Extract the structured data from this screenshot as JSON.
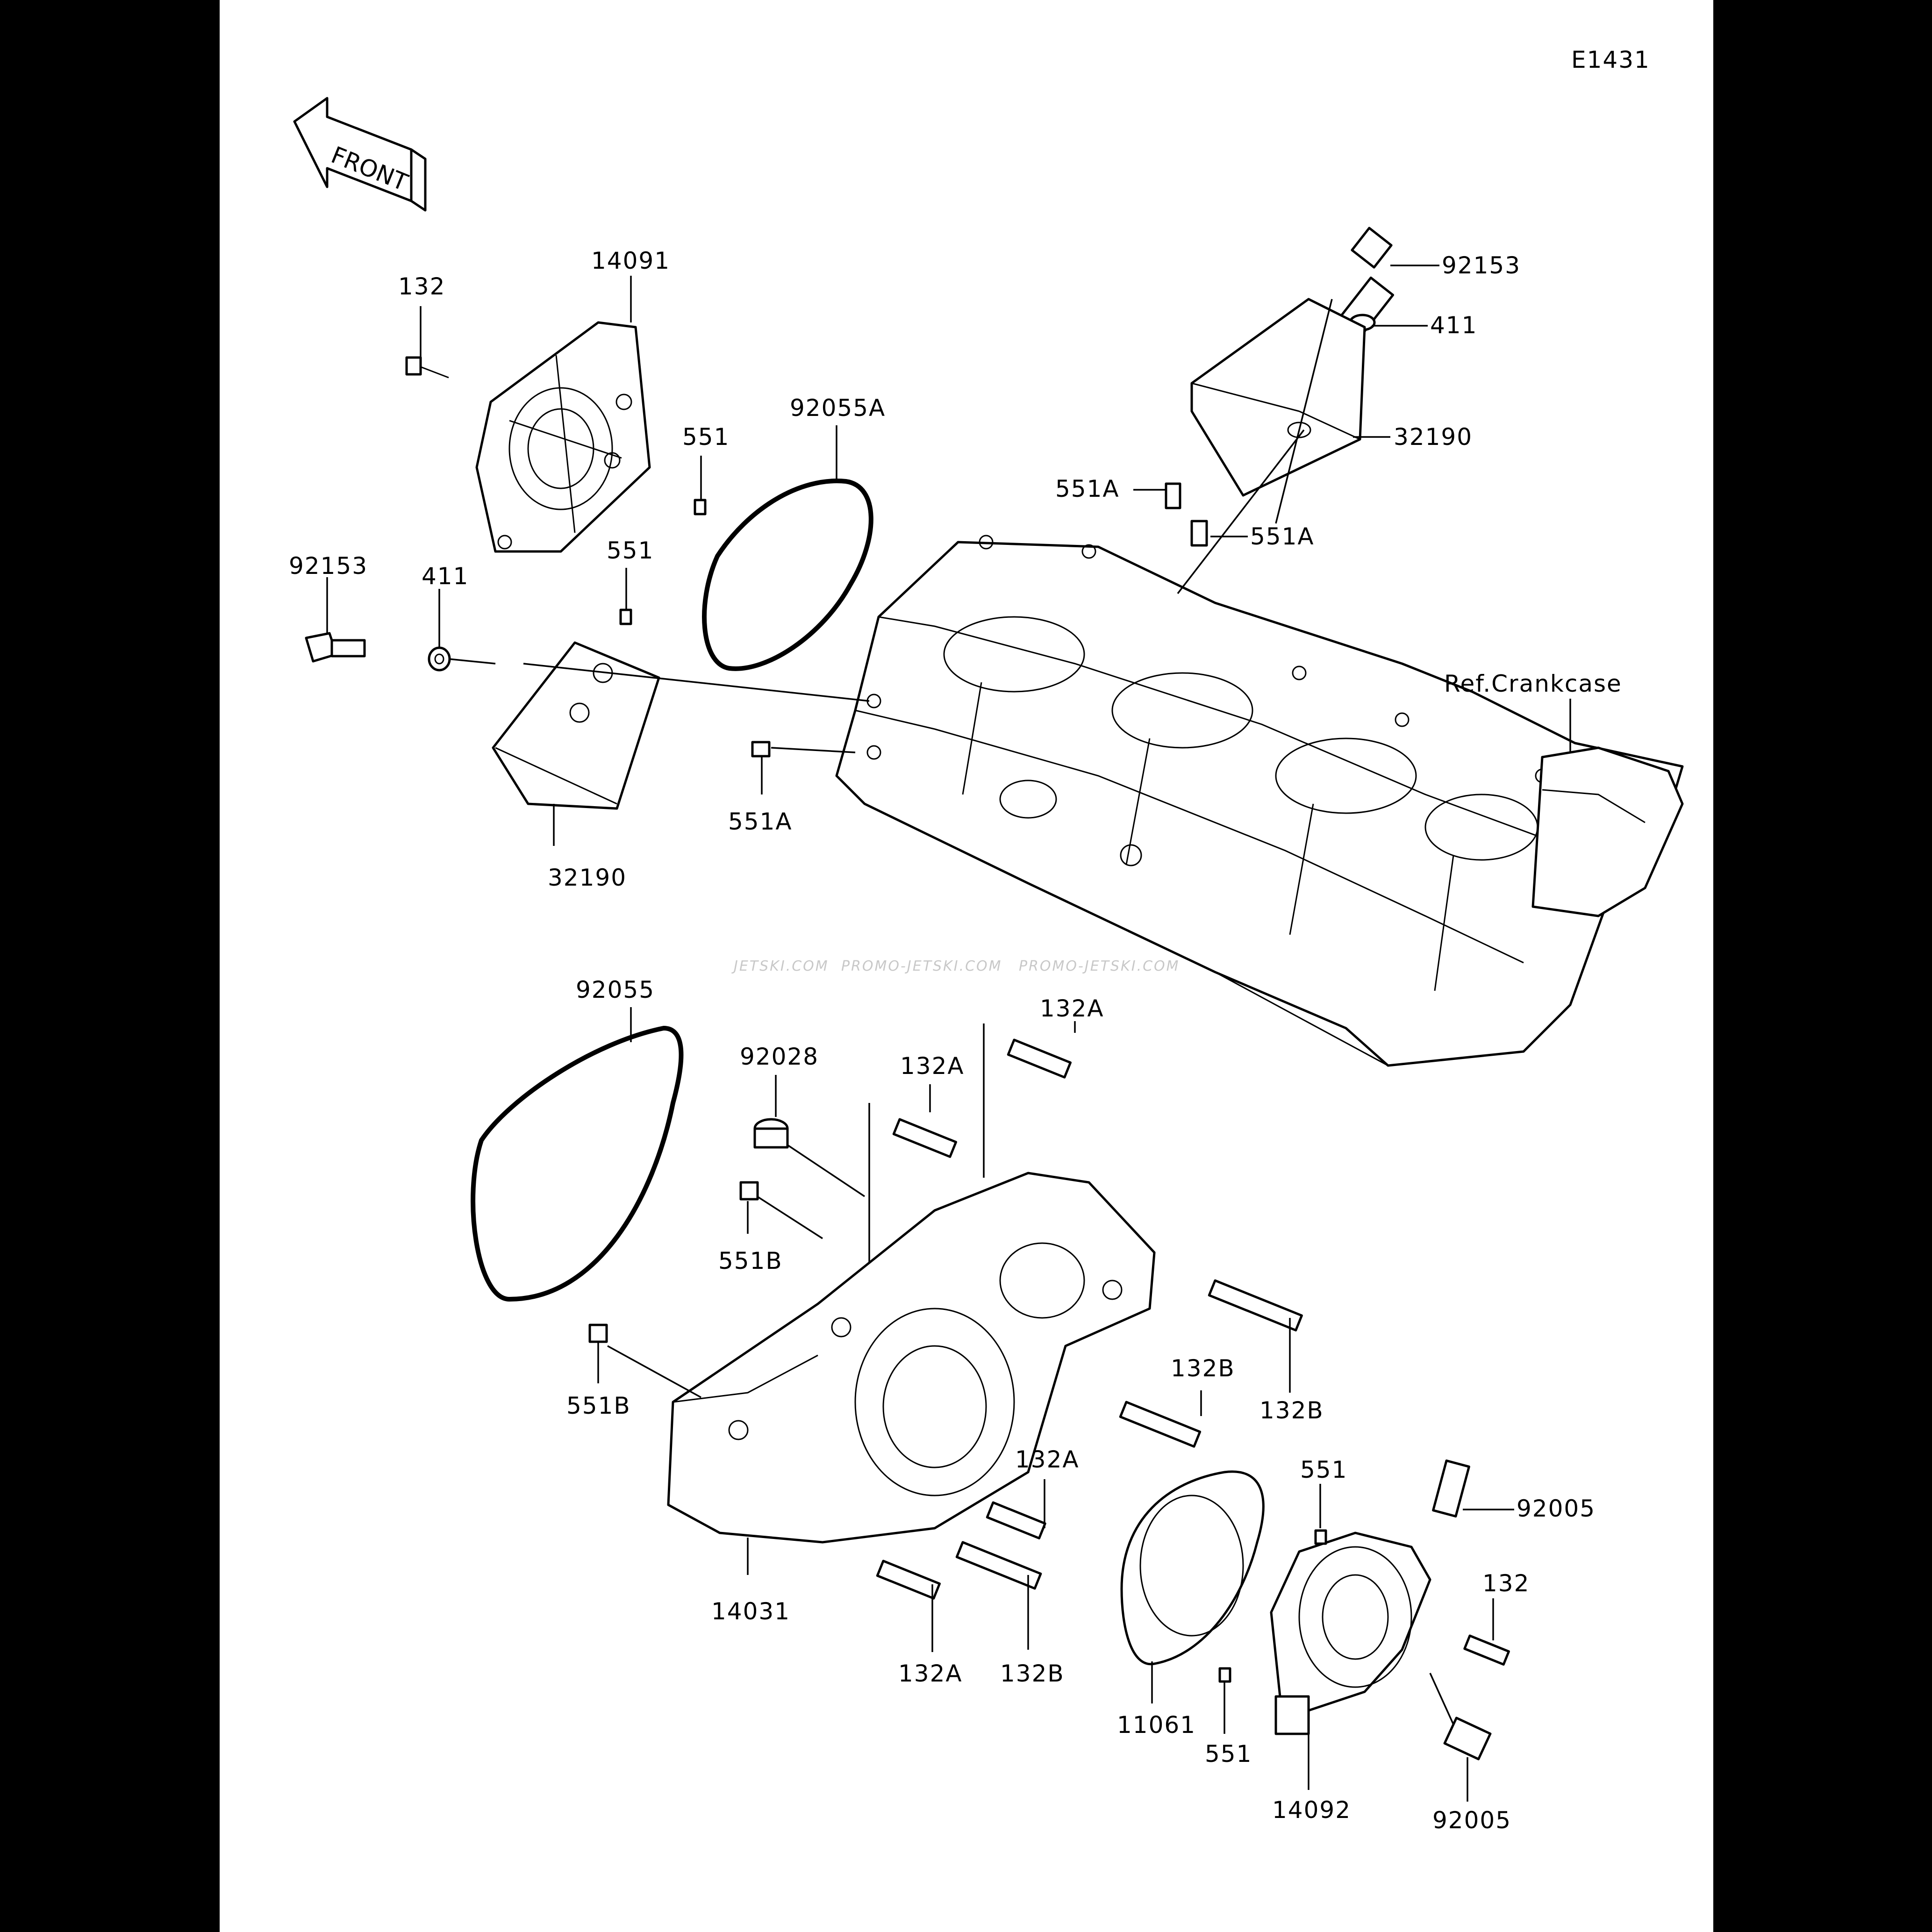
{
  "diagram": {
    "code": "E1431",
    "front_label": "FRONT",
    "ref_label": "Ref.Crankcase",
    "watermark": [
      "JETSKI.COM",
      "PROMO-JETSKI.COM",
      "PROMO-JETSKI.COM"
    ],
    "callouts": [
      {
        "id": "c-92153-top",
        "text": "92153"
      },
      {
        "id": "c-411-top",
        "text": "411"
      },
      {
        "id": "c-32190-top",
        "text": "32190"
      },
      {
        "id": "c-551A-1",
        "text": "551A"
      },
      {
        "id": "c-551A-2",
        "text": "551A"
      },
      {
        "id": "c-14091",
        "text": "14091"
      },
      {
        "id": "c-132-top",
        "text": "132"
      },
      {
        "id": "c-92055A",
        "text": "92055A"
      },
      {
        "id": "c-551-1",
        "text": "551"
      },
      {
        "id": "c-551-2",
        "text": "551"
      },
      {
        "id": "c-92153-left",
        "text": "92153"
      },
      {
        "id": "c-411-left",
        "text": "411"
      },
      {
        "id": "c-32190-left",
        "text": "32190"
      },
      {
        "id": "c-551A-3",
        "text": "551A"
      },
      {
        "id": "c-92055",
        "text": "92055"
      },
      {
        "id": "c-92028",
        "text": "92028"
      },
      {
        "id": "c-132A-1",
        "text": "132A"
      },
      {
        "id": "c-132A-2",
        "text": "132A"
      },
      {
        "id": "c-551B-1",
        "text": "551B"
      },
      {
        "id": "c-551B-2",
        "text": "551B"
      },
      {
        "id": "c-132B-1",
        "text": "132B"
      },
      {
        "id": "c-132B-2",
        "text": "132B"
      },
      {
        "id": "c-132A-3",
        "text": "132A"
      },
      {
        "id": "c-14031",
        "text": "14031"
      },
      {
        "id": "c-132A-4",
        "text": "132A"
      },
      {
        "id": "c-132B-3",
        "text": "132B"
      },
      {
        "id": "c-551-3",
        "text": "551"
      },
      {
        "id": "c-92005-1",
        "text": "92005"
      },
      {
        "id": "c-132-right",
        "text": "132"
      },
      {
        "id": "c-11061",
        "text": "11061"
      },
      {
        "id": "c-551-4",
        "text": "551"
      },
      {
        "id": "c-14092",
        "text": "14092"
      },
      {
        "id": "c-92005-2",
        "text": "92005"
      }
    ]
  }
}
